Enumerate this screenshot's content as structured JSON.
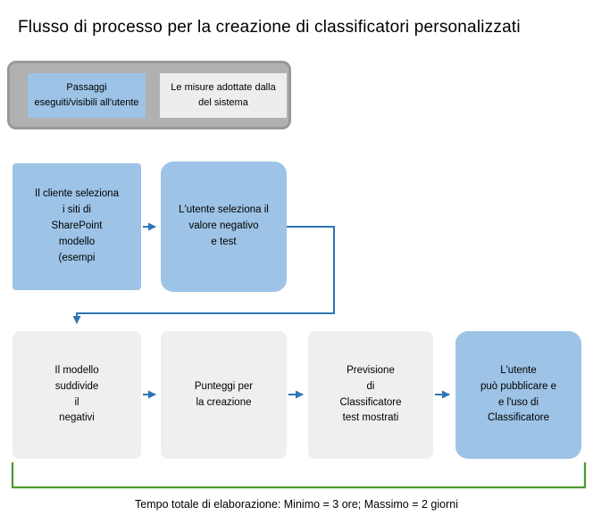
{
  "title": "Flusso di processo per la creazione di classificatori personalizzati",
  "legend": {
    "user_box": "Passaggi\neseguiti/visibili all'utente",
    "system_box": "Le misure adottate dalla\ndel sistema"
  },
  "flow": {
    "row1": [
      {
        "id": "client-selects-sites",
        "type": "user",
        "text": "Il cliente seleziona\ni siti di\nSharePoint\nmodello\n(esempi"
      },
      {
        "id": "user-selects-negative",
        "type": "user",
        "text": "L'utente seleziona il\nvalore negativo\ne test"
      }
    ],
    "row2": [
      {
        "id": "model-splits",
        "type": "system",
        "text": "Il modello\nsuddivide\nil\nnegativi"
      },
      {
        "id": "creation-scores",
        "type": "system",
        "text": "Punteggi per\nla creazione"
      },
      {
        "id": "classifier-predictions",
        "type": "system",
        "text": "Previsione\ndi\nClassificatore\ntest mostrati"
      },
      {
        "id": "user-publishes",
        "type": "user",
        "text": "L'utente\npuò pubblicare e\ne l'uso di\nClassificatore"
      }
    ]
  },
  "footer": {
    "total_time": "Tempo totale di elaborazione: Minimo = 3 ore; Massimo = 2 giorni"
  },
  "colors": {
    "user_step_fill": "#9DC3E6",
    "system_step_fill": "#EFEFEF",
    "legend_background": "#B1B1B1",
    "arrow": "#2E75B6",
    "bracket": "#4E9A2E"
  }
}
